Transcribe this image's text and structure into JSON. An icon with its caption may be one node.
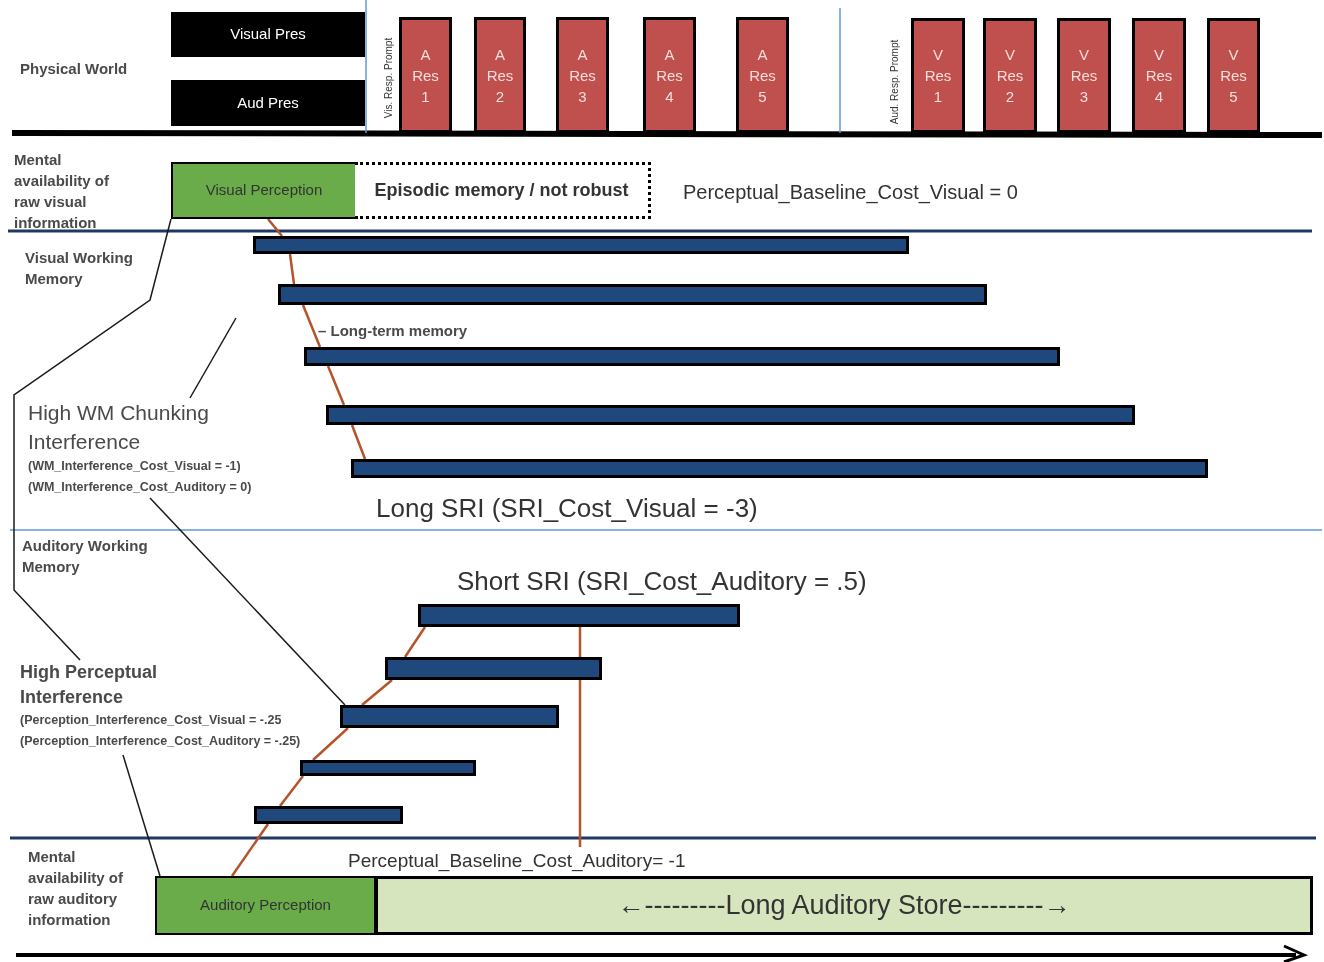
{
  "diagram": {
    "nodes": [
      {
        "text": [
          "Visual Pres"
        ]
      },
      {
        "text": [
          "Aud Pres"
        ]
      },
      {
        "text": [
          "A Res 1"
        ]
      },
      {
        "text": [
          "A Res 2"
        ]
      },
      {
        "text": [
          "A Res 3"
        ]
      },
      {
        "text": [
          "A Res 4"
        ]
      },
      {
        "text": [
          "A Res 5"
        ]
      },
      {
        "text": [
          "V Res 1"
        ]
      },
      {
        "text": [
          "V Res 2"
        ]
      },
      {
        "text": [
          "V Res 3"
        ]
      },
      {
        "text": [
          "V Res 4"
        ]
      },
      {
        "text": [
          "V Res 5"
        ]
      },
      {
        "text": [
          "Visual Perception"
        ]
      },
      {
        "text": [
          "Episodic memory / not robust"
        ]
      },
      {
        "text": [],
        "shape": "bar"
      },
      {
        "text": [],
        "shape": "bar"
      },
      {
        "text": [],
        "shape": "bar"
      },
      {
        "text": [],
        "shape": "bar"
      },
      {
        "text": [],
        "shape": "bar"
      },
      {
        "text": [],
        "shape": "bar"
      },
      {
        "text": [],
        "shape": "bar"
      },
      {
        "text": [],
        "shape": "bar"
      },
      {
        "text": [],
        "shape": "bar"
      },
      {
        "text": [],
        "shape": "bar"
      },
      {
        "text": [
          "Auditory Perception"
        ]
      },
      {
        "text": [
          "←---------Long Auditory Store---------→"
        ]
      },
      {
        "text": [
          "High WM Chunking Interference",
          "(WM_Interference_Cost_Visual = -1)",
          "(WM_Interference_Cost_Auditory = 0)"
        ]
      },
      {
        "text": [
          "High Perceptual Interference",
          "(Perception_Interference_Cost_Visual = -.25",
          "(Perception_Interference_Cost_Auditory = -.25)"
        ]
      }
    ],
    "edges": [
      {
        "from": 12,
        "to": 14,
        "arrow": "none"
      },
      {
        "from": 14,
        "to": 15,
        "arrow": "none"
      },
      {
        "from": 15,
        "to": 16,
        "arrow": "none"
      },
      {
        "from": 16,
        "to": 17,
        "arrow": "none"
      },
      {
        "from": 17,
        "to": 18,
        "arrow": "none"
      },
      {
        "from": 24,
        "to": 23,
        "arrow": "none"
      },
      {
        "from": 23,
        "to": 22,
        "arrow": "none"
      },
      {
        "from": 22,
        "to": 21,
        "arrow": "none"
      },
      {
        "from": 21,
        "to": 20,
        "arrow": "none"
      },
      {
        "from": 20,
        "to": 19,
        "arrow": "none"
      },
      {
        "from": 19,
        "to": 20,
        "arrow": "none"
      },
      {
        "from": 20,
        "to": 25,
        "arrow": "none"
      },
      {
        "from": 12,
        "to": 27,
        "arrow": "none",
        "color": "#1a1a1a"
      },
      {
        "from": 26,
        "to": null,
        "arrow": "none",
        "color": "#1a1a1a"
      },
      {
        "from": 26,
        "to": 21,
        "arrow": "none",
        "color": "#1a1a1a"
      },
      {
        "from": 27,
        "to": 24,
        "arrow": "none",
        "color": "#1a1a1a"
      }
    ],
    "labels": [
      "Physical World",
      "Vis. Resp. Prompt",
      "Aud. Resp. Prompt",
      "Mental availability of raw visual information",
      "Perceptual_Baseline_Cost_Visual = 0",
      "Visual Working Memory",
      "– Long-term memory",
      "Long SRI (SRI_Cost_Visual = -3)",
      "Auditory Working Memory",
      "Short SRI (SRI_Cost_Auditory = .5)",
      "Perceptual_Baseline_Cost_Auditory= -1",
      "Mental availability of raw auditory information"
    ]
  }
}
